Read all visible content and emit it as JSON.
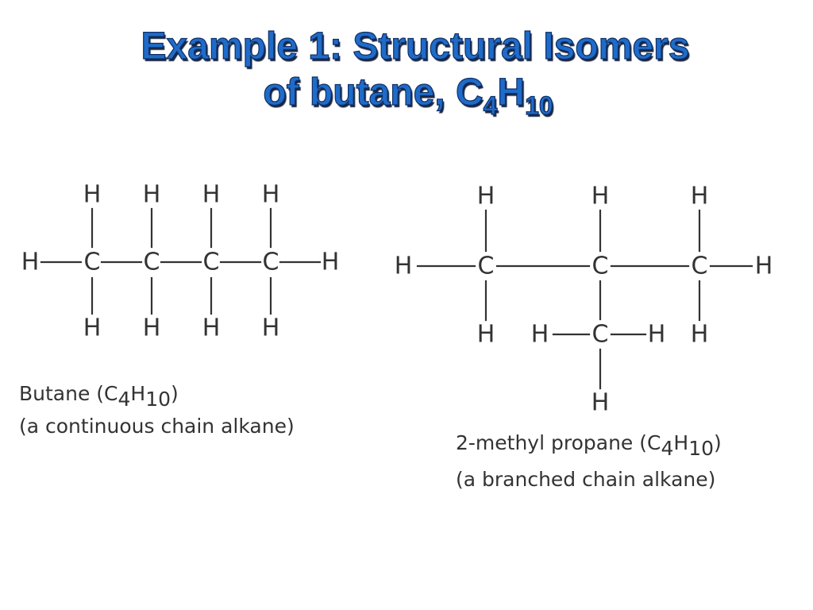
{
  "title": {
    "line1": "Example 1: Structural Isomers",
    "line2_text": "of butane, C",
    "line2_sub1": "4",
    "line2_mid": "H",
    "line2_sub2": "10"
  },
  "butane": {
    "atom_labels": {
      "carbon": "C",
      "hydrogen": "H"
    },
    "name_text": "Butane (C",
    "name_sub1": "4",
    "name_mid": "H",
    "name_sub2": "10",
    "name_close": ")",
    "description": "(a continuous chain alkane)"
  },
  "methylpropane": {
    "atom_labels": {
      "carbon": "C",
      "hydrogen": "H"
    },
    "name_text": "2-methyl propane (C",
    "name_sub1": "4",
    "name_mid": "H",
    "name_sub2": "10",
    "name_close": ")",
    "description": "(a branched chain alkane)"
  },
  "colors": {
    "title_fill": "#1f6bc9",
    "title_outline": "#0d2f66",
    "ink": "#333333",
    "background": "#ffffff"
  }
}
